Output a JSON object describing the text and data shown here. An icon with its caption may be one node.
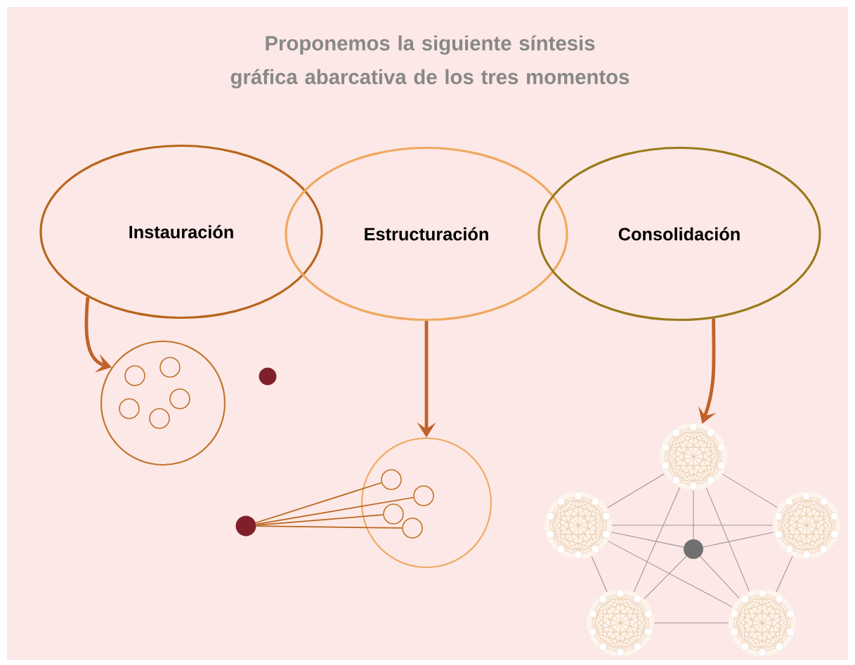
{
  "diagram": {
    "title": "Proponemos la siguiente síntesis gráfica abarcativa de los tres momentos",
    "nodes": [
      {
        "text": [
          "Instauración"
        ]
      },
      {
        "text": [
          "Estructuración"
        ]
      },
      {
        "text": [
          "Consolidación"
        ]
      },
      {
        "text": [],
        "shape": "circle"
      },
      {
        "text": [],
        "shape": "circle",
        "in": 3
      },
      {
        "text": [],
        "shape": "circle",
        "in": 3
      },
      {
        "text": [],
        "shape": "circle",
        "in": 3
      },
      {
        "text": [],
        "shape": "circle",
        "in": 3
      },
      {
        "text": [],
        "shape": "circle",
        "in": 3
      },
      {
        "text": [],
        "shape": "circle"
      },
      {
        "text": [],
        "shape": "circle"
      },
      {
        "text": [],
        "shape": "circle",
        "in": 10
      },
      {
        "text": [],
        "shape": "circle",
        "in": 10
      },
      {
        "text": [],
        "shape": "circle",
        "in": 10
      },
      {
        "text": [],
        "shape": "circle",
        "in": 10
      },
      {
        "text": [],
        "shape": "circle"
      },
      {
        "text": [],
        "shape": "circle"
      },
      {
        "text": [],
        "shape": "circle"
      },
      {
        "text": [],
        "shape": "circle"
      },
      {
        "text": [],
        "shape": "circle"
      },
      {
        "text": [],
        "shape": "circle"
      },
      {
        "text": [],
        "shape": "circle"
      }
    ],
    "edges": [
      {
        "from": 0,
        "to": 3,
        "arrow": "to",
        "style": "thick",
        "color": "#c0622a"
      },
      {
        "from": 1,
        "to": 10,
        "arrow": "to",
        "style": "thick",
        "color": "#c0622a"
      },
      {
        "from": 2,
        "to": 16,
        "arrow": "to",
        "style": "thick",
        "color": "#c0622a"
      },
      {
        "from": 15,
        "to": 11,
        "arrow": "none",
        "color": "#b8651d"
      },
      {
        "from": 15,
        "to": 12,
        "arrow": "none",
        "color": "#b8651d"
      },
      {
        "from": 15,
        "to": 13,
        "arrow": "none",
        "color": "#b8651d"
      },
      {
        "from": 15,
        "to": 14,
        "arrow": "none",
        "color": "#b8651d"
      },
      {
        "from": 16,
        "to": 17,
        "arrow": "none"
      },
      {
        "from": 16,
        "to": 18,
        "arrow": "none"
      },
      {
        "from": 16,
        "to": 19,
        "arrow": "none"
      },
      {
        "from": 16,
        "to": 20,
        "arrow": "none"
      },
      {
        "from": 16,
        "to": 21,
        "arrow": "none"
      },
      {
        "from": 17,
        "to": 18,
        "arrow": "none"
      },
      {
        "from": 17,
        "to": 19,
        "arrow": "none"
      },
      {
        "from": 17,
        "to": 20,
        "arrow": "none"
      },
      {
        "from": 17,
        "to": 21,
        "arrow": "none"
      },
      {
        "from": 18,
        "to": 19,
        "arrow": "none"
      },
      {
        "from": 18,
        "to": 21,
        "arrow": "none"
      },
      {
        "from": 19,
        "to": 20,
        "arrow": "none"
      },
      {
        "from": 19,
        "to": 21,
        "arrow": "none"
      },
      {
        "from": 20,
        "to": 21,
        "arrow": "none"
      }
    ]
  }
}
